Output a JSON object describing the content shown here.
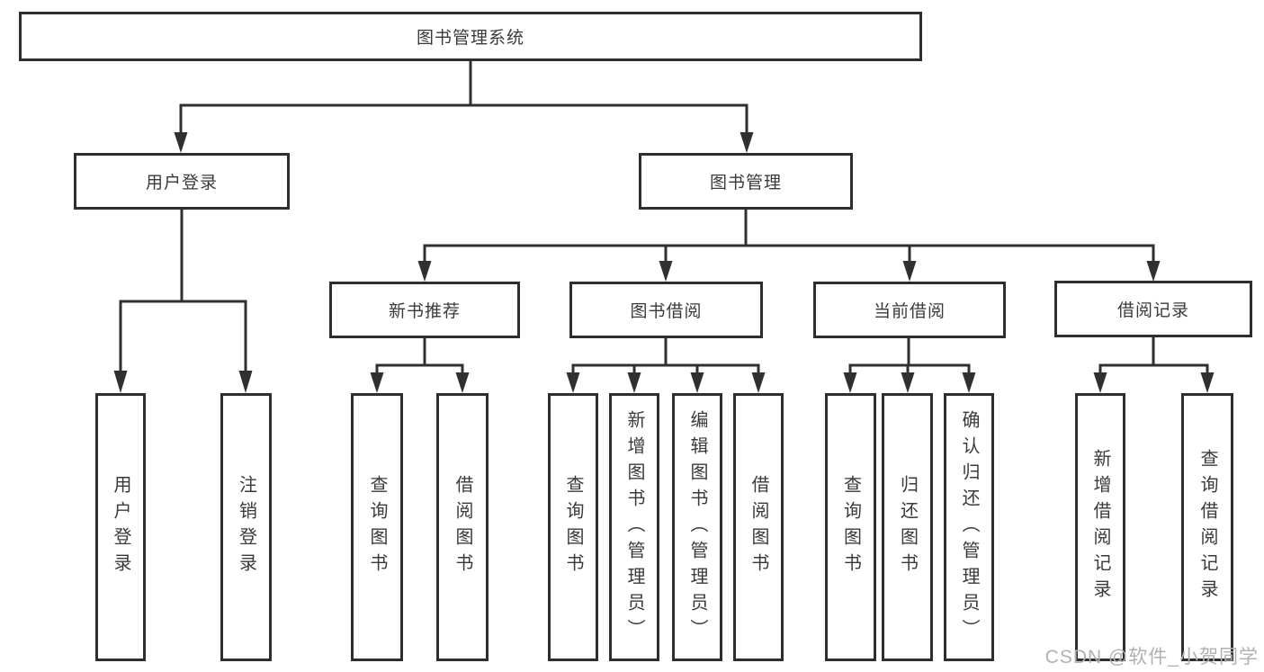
{
  "tree": {
    "label": "图书管理系统",
    "children": [
      {
        "label": "用户登录",
        "children": [
          {
            "label": "用户登录"
          },
          {
            "label": "注销登录"
          }
        ]
      },
      {
        "label": "图书管理",
        "children": [
          {
            "label": "新书推荐",
            "children": [
              {
                "label": "查询图书"
              },
              {
                "label": "借阅图书"
              }
            ]
          },
          {
            "label": "图书借阅",
            "children": [
              {
                "label": "查询图书"
              },
              {
                "label": "新增图书（管理员）"
              },
              {
                "label": "编辑图书（管理员）"
              },
              {
                "label": "借阅图书"
              }
            ]
          },
          {
            "label": "当前借阅",
            "children": [
              {
                "label": "查询图书"
              },
              {
                "label": "归还图书"
              },
              {
                "label": "确认归还（管理员）"
              }
            ]
          },
          {
            "label": "借阅记录",
            "children": [
              {
                "label": "新增借阅记录"
              },
              {
                "label": "查询借阅记录"
              }
            ]
          }
        ]
      }
    ]
  },
  "watermark": {
    "text": "CSDN @软件_小贺同学"
  },
  "colors": {
    "line": "#303030",
    "border": "#2e2e2e",
    "text": "#3a3a3a",
    "watermark": "#b0b0b0",
    "background": "#ffffff"
  }
}
